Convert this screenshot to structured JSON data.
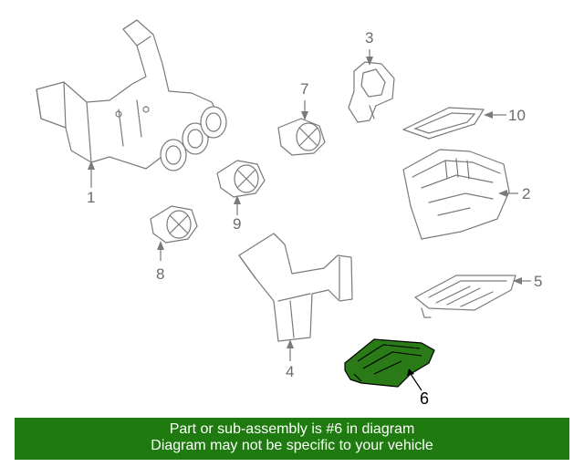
{
  "callouts": {
    "c1": "1",
    "c2": "2",
    "c3": "3",
    "c4": "4",
    "c5": "5",
    "c6": "6",
    "c7": "7",
    "c8": "8",
    "c9": "9",
    "c10": "10"
  },
  "highlight_color": "#1f7a0f",
  "banner": {
    "line1": "Part or sub-assembly is #6 in diagram",
    "line2": "Diagram may not be specific to your vehicle"
  }
}
